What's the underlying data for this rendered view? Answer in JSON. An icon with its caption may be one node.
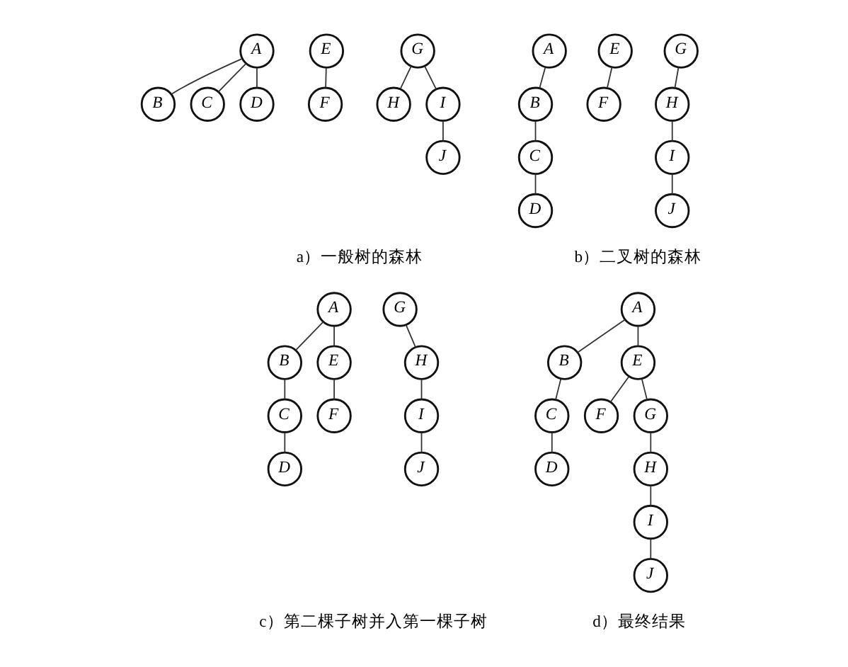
{
  "diagram": {
    "nodes": [
      {
        "text": [
          "A"
        ]
      },
      {
        "text": [
          "B"
        ]
      },
      {
        "text": [
          "C"
        ]
      },
      {
        "text": [
          "D"
        ]
      },
      {
        "text": [
          "E"
        ]
      },
      {
        "text": [
          "F"
        ]
      },
      {
        "text": [
          "G"
        ]
      },
      {
        "text": [
          "H"
        ]
      },
      {
        "text": [
          "I"
        ]
      },
      {
        "text": [
          "J"
        ]
      },
      {
        "text": [
          "A"
        ]
      },
      {
        "text": [
          "B"
        ]
      },
      {
        "text": [
          "C"
        ]
      },
      {
        "text": [
          "D"
        ]
      },
      {
        "text": [
          "E"
        ]
      },
      {
        "text": [
          "F"
        ]
      },
      {
        "text": [
          "G"
        ]
      },
      {
        "text": [
          "H"
        ]
      },
      {
        "text": [
          "I"
        ]
      },
      {
        "text": [
          "J"
        ]
      },
      {
        "text": [
          "A"
        ]
      },
      {
        "text": [
          "B"
        ]
      },
      {
        "text": [
          "C"
        ]
      },
      {
        "text": [
          "D"
        ]
      },
      {
        "text": [
          "E"
        ]
      },
      {
        "text": [
          "F"
        ]
      },
      {
        "text": [
          "G"
        ]
      },
      {
        "text": [
          "H"
        ]
      },
      {
        "text": [
          "I"
        ]
      },
      {
        "text": [
          "J"
        ]
      },
      {
        "text": [
          "A"
        ]
      },
      {
        "text": [
          "B"
        ]
      },
      {
        "text": [
          "C"
        ]
      },
      {
        "text": [
          "D"
        ]
      },
      {
        "text": [
          "E"
        ]
      },
      {
        "text": [
          "F"
        ]
      },
      {
        "text": [
          "G"
        ]
      },
      {
        "text": [
          "H"
        ]
      },
      {
        "text": [
          "I"
        ]
      },
      {
        "text": [
          "J"
        ]
      }
    ],
    "edges": [
      {
        "from": 0,
        "to": 1,
        "arrow": "none"
      },
      {
        "from": 0,
        "to": 2,
        "arrow": "none"
      },
      {
        "from": 0,
        "to": 3,
        "arrow": "none"
      },
      {
        "from": 4,
        "to": 5,
        "arrow": "none"
      },
      {
        "from": 6,
        "to": 7,
        "arrow": "none"
      },
      {
        "from": 6,
        "to": 8,
        "arrow": "none"
      },
      {
        "from": 8,
        "to": 9,
        "arrow": "none"
      },
      {
        "from": 10,
        "to": 11,
        "arrow": "none"
      },
      {
        "from": 11,
        "to": 12,
        "arrow": "none"
      },
      {
        "from": 12,
        "to": 13,
        "arrow": "none"
      },
      {
        "from": 14,
        "to": 15,
        "arrow": "none"
      },
      {
        "from": 16,
        "to": 17,
        "arrow": "none"
      },
      {
        "from": 17,
        "to": 18,
        "arrow": "none"
      },
      {
        "from": 18,
        "to": 19,
        "arrow": "none"
      },
      {
        "from": 20,
        "to": 21,
        "arrow": "none"
      },
      {
        "from": 20,
        "to": 24,
        "arrow": "none"
      },
      {
        "from": 21,
        "to": 22,
        "arrow": "none"
      },
      {
        "from": 22,
        "to": 23,
        "arrow": "none"
      },
      {
        "from": 24,
        "to": 25,
        "arrow": "none"
      },
      {
        "from": 26,
        "to": 27,
        "arrow": "none"
      },
      {
        "from": 27,
        "to": 28,
        "arrow": "none"
      },
      {
        "from": 28,
        "to": 29,
        "arrow": "none"
      },
      {
        "from": 30,
        "to": 31,
        "arrow": "none"
      },
      {
        "from": 30,
        "to": 34,
        "arrow": "none"
      },
      {
        "from": 31,
        "to": 32,
        "arrow": "none"
      },
      {
        "from": 32,
        "to": 33,
        "arrow": "none"
      },
      {
        "from": 34,
        "to": 35,
        "arrow": "none"
      },
      {
        "from": 34,
        "to": 36,
        "arrow": "none"
      },
      {
        "from": 36,
        "to": 37,
        "arrow": "none"
      },
      {
        "from": 37,
        "to": 38,
        "arrow": "none"
      },
      {
        "from": 38,
        "to": 39,
        "arrow": "none"
      }
    ],
    "labels": [
      "a）一般树的森林",
      "b）二叉树的森林",
      "c）第二棵子树并入第一棵子树",
      "d）最终结果"
    ]
  }
}
